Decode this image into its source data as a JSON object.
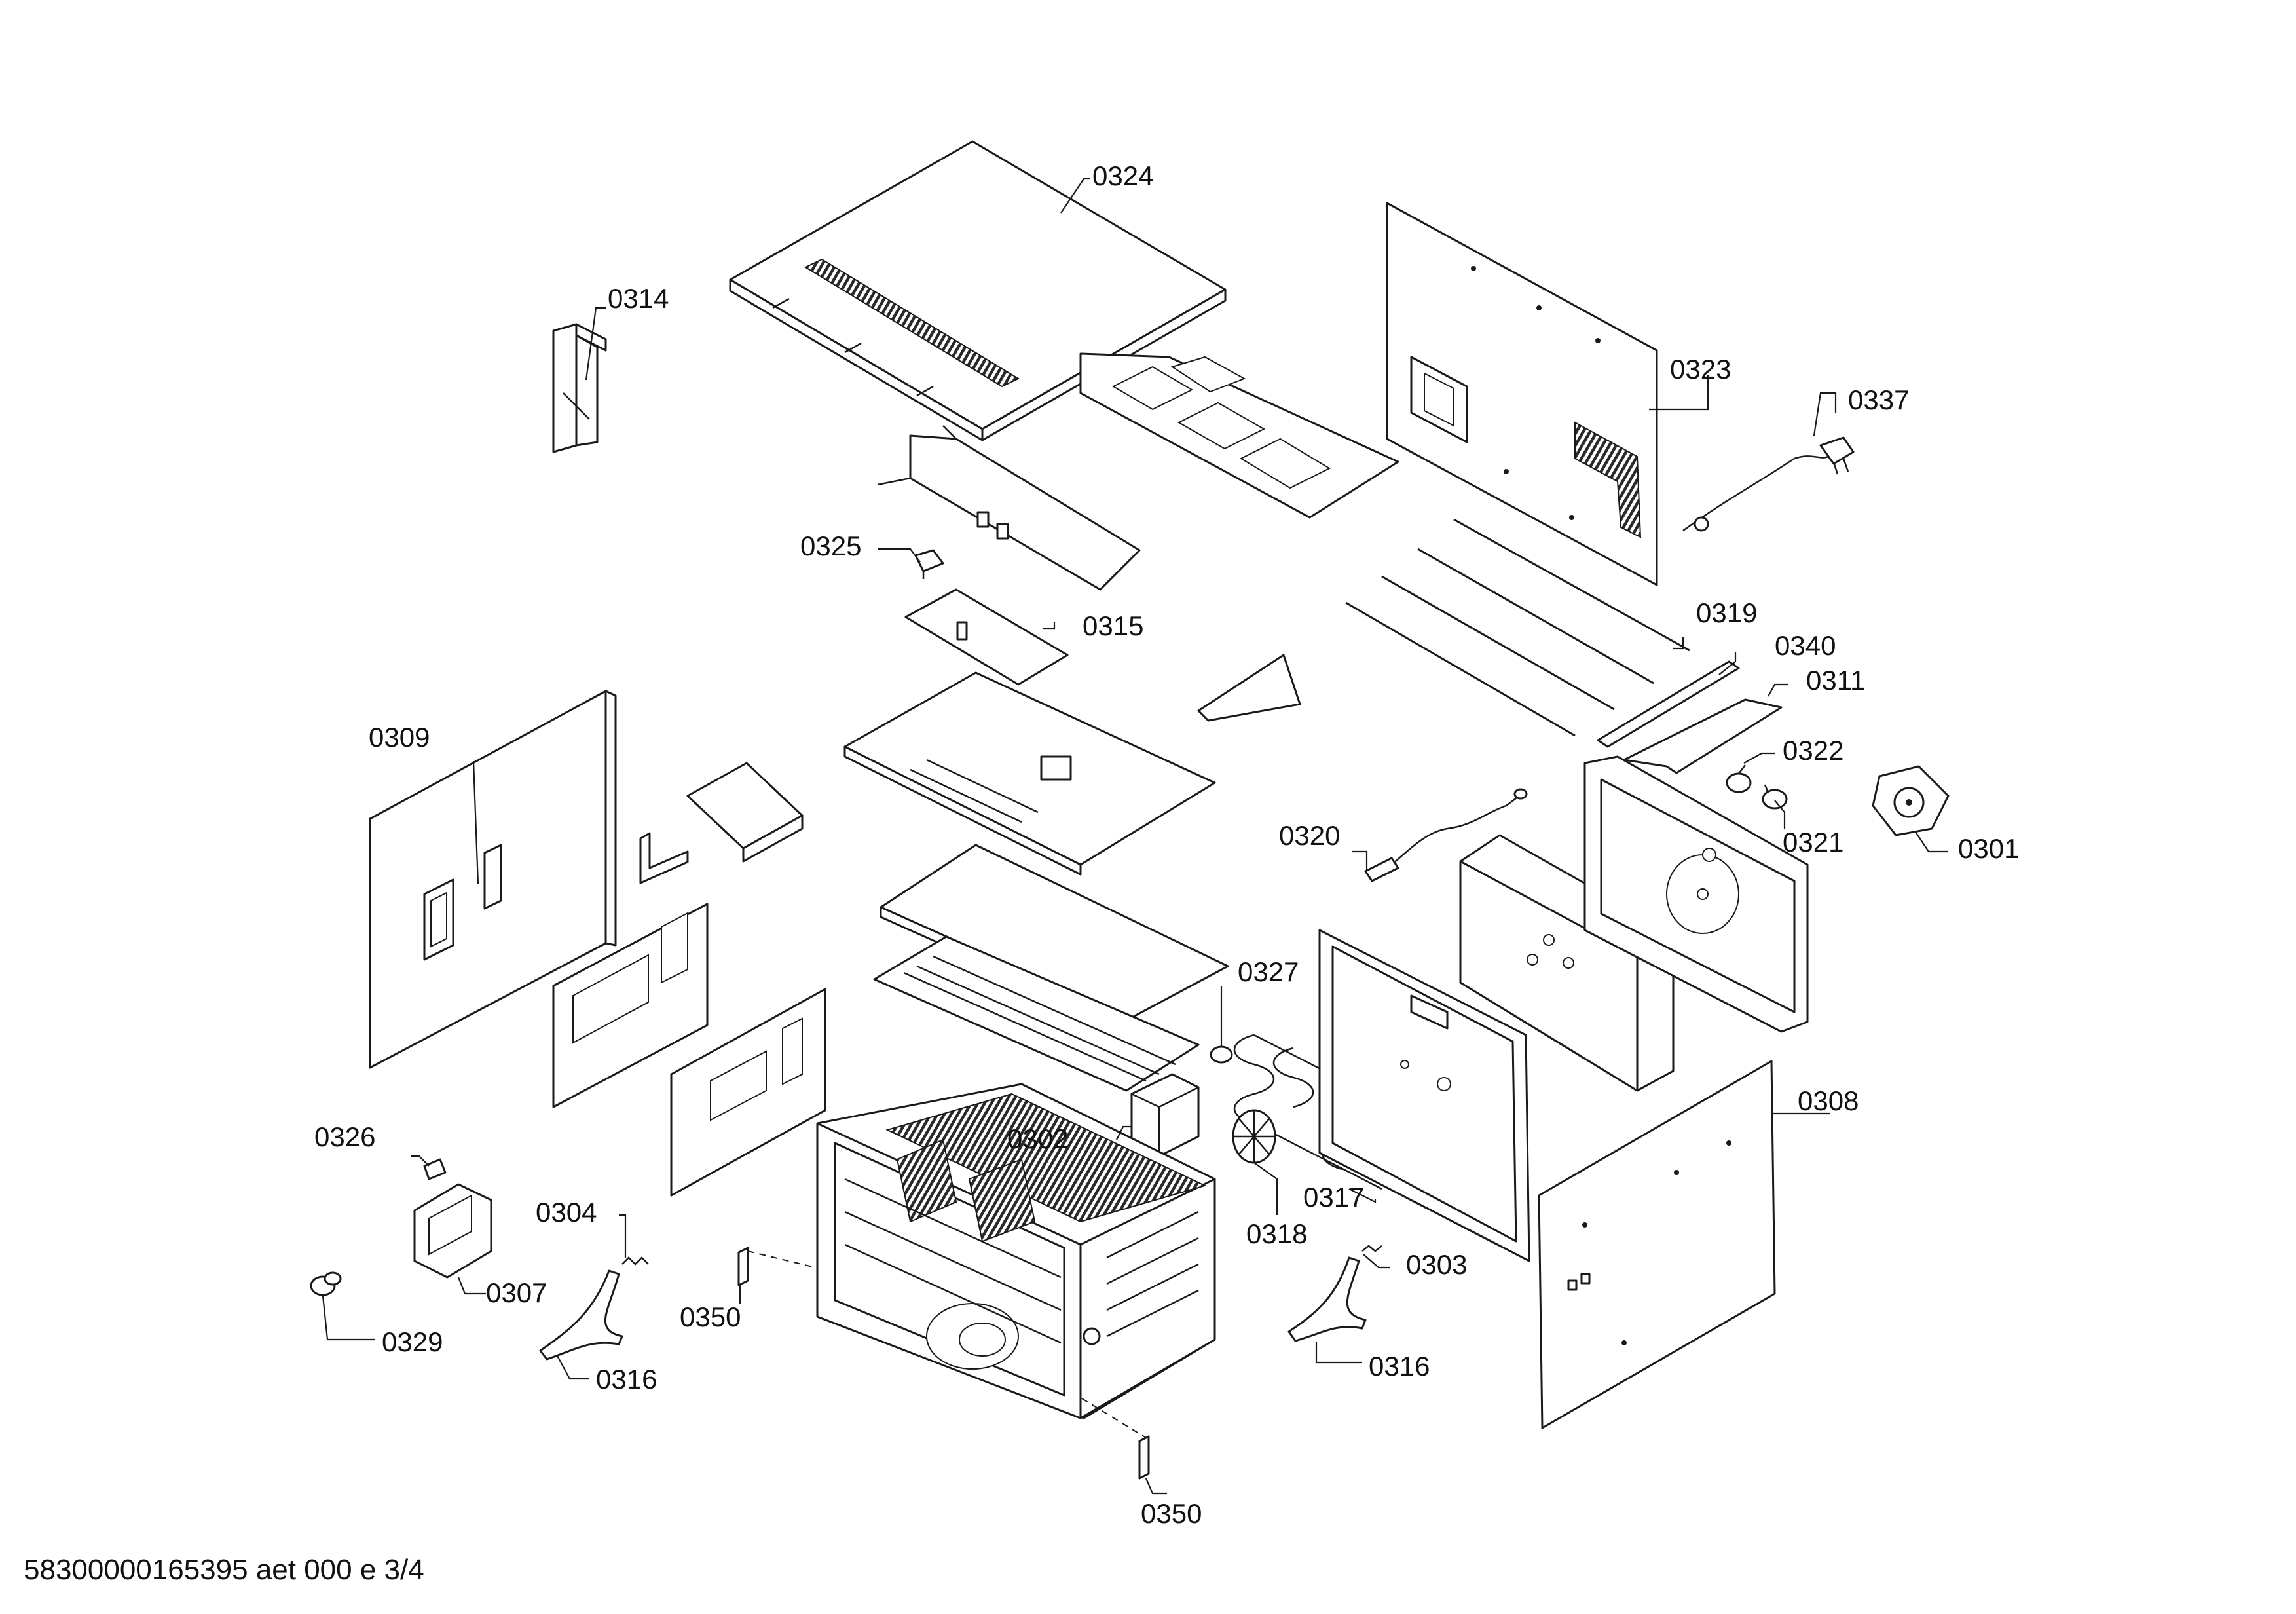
{
  "footer_text": "58300000165395 aet 000 e 3/4",
  "parts": [
    {
      "id": "0324"
    },
    {
      "id": "0314"
    },
    {
      "id": "0323"
    },
    {
      "id": "0337"
    },
    {
      "id": "0325"
    },
    {
      "id": "0315"
    },
    {
      "id": "0319"
    },
    {
      "id": "0340"
    },
    {
      "id": "0311"
    },
    {
      "id": "0309"
    },
    {
      "id": "0322"
    },
    {
      "id": "0320"
    },
    {
      "id": "0321"
    },
    {
      "id": "0301"
    },
    {
      "id": "0327"
    },
    {
      "id": "0302"
    },
    {
      "id": "0308"
    },
    {
      "id": "0326"
    },
    {
      "id": "0317"
    },
    {
      "id": "0304"
    },
    {
      "id": "0318"
    },
    {
      "id": "0303"
    },
    {
      "id": "0307"
    },
    {
      "id": "0350"
    },
    {
      "id": "0329"
    },
    {
      "id": "0316"
    },
    {
      "id": "0316"
    },
    {
      "id": "0350"
    }
  ]
}
